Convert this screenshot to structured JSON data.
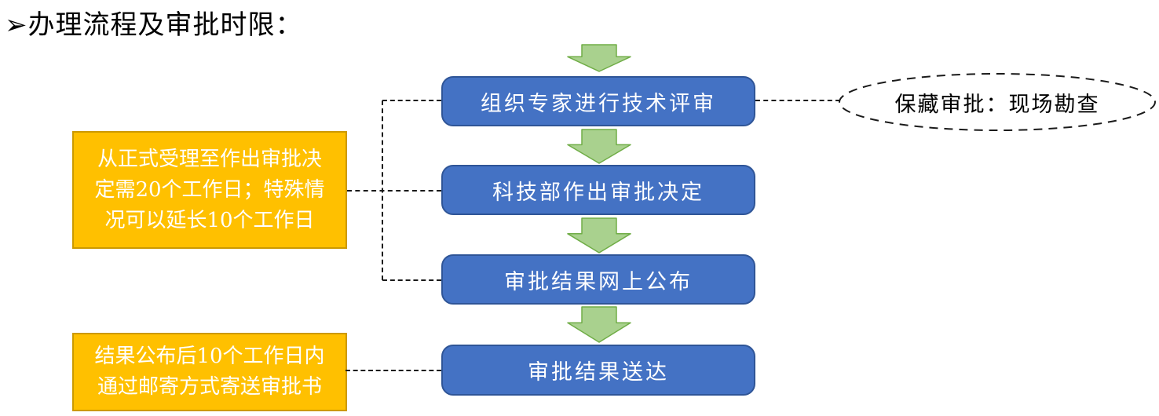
{
  "title": "➢办理流程及审批时限：",
  "flow_steps": [
    {
      "label": "组织专家进行技术评审"
    },
    {
      "label": "科技部作出审批决定"
    },
    {
      "label": "审批结果网上公布"
    },
    {
      "label": "审批结果送达"
    }
  ],
  "notes": [
    {
      "lines": [
        "从正式受理至作出审批决",
        "定需20个工作日；特殊情",
        "况可以延长10个工作日"
      ],
      "full_text": "从正式受理至作出审批决定需20个工作日；特殊情况可以延长10个工作日"
    },
    {
      "lines": [
        "结果公布后10个工作日内",
        "通过邮寄方式寄送审批书"
      ],
      "full_text": "结果公布后10个工作日内通过邮寄方式寄送审批书"
    }
  ],
  "callout": {
    "label": "保藏审批：现场勘查"
  },
  "icons": {
    "down_arrow": "block-down-arrow"
  },
  "colors": {
    "process_fill": "#4472C4",
    "process_border": "#2F5597",
    "note_fill": "#FFC000",
    "note_border": "#CC9900",
    "arrow_fill": "#A9D18E",
    "arrow_border": "#70AD47",
    "connector": "#1a1a1a"
  }
}
